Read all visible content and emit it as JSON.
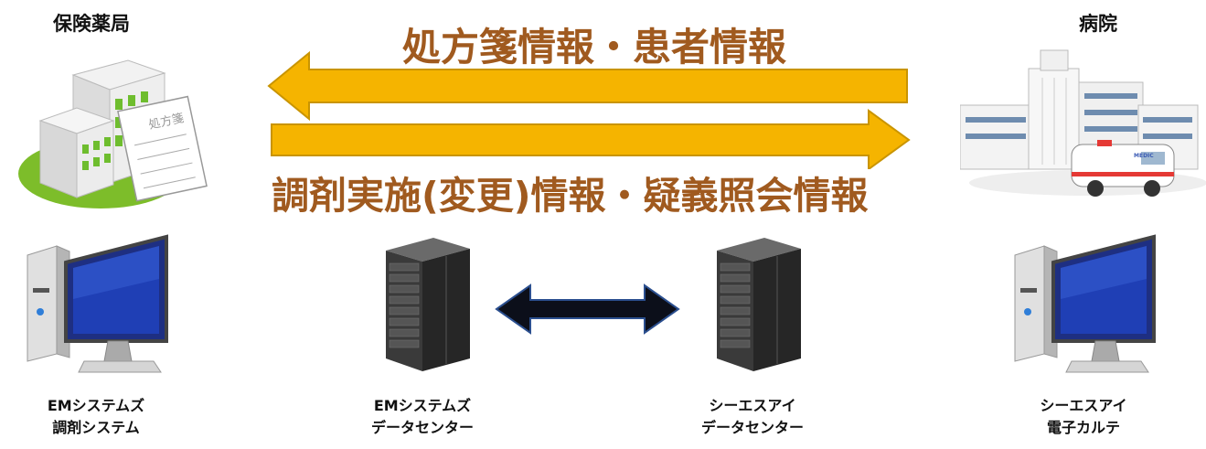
{
  "pharmacy": {
    "title": "保険薬局",
    "paper_text": "処方箋"
  },
  "hospital": {
    "title": "病院",
    "ambulance_text": "MEDIC"
  },
  "flow": {
    "top_label": "処方箋情報・患者情報",
    "bottom_label": "調剤実施(変更)情報・疑義照会情報",
    "arrow_color": "#f5b400",
    "arrow_stroke": "#c99400",
    "label_color": "#a05a1f"
  },
  "nodes": [
    {
      "line1": "EMシステムズ",
      "line2": "調剤システム"
    },
    {
      "line1": "EMシステムズ",
      "line2": "データセンター"
    },
    {
      "line1": "シーエスアイ",
      "line2": "データセンター"
    },
    {
      "line1": "シーエスアイ",
      "line2": "電子カルテ"
    }
  ]
}
